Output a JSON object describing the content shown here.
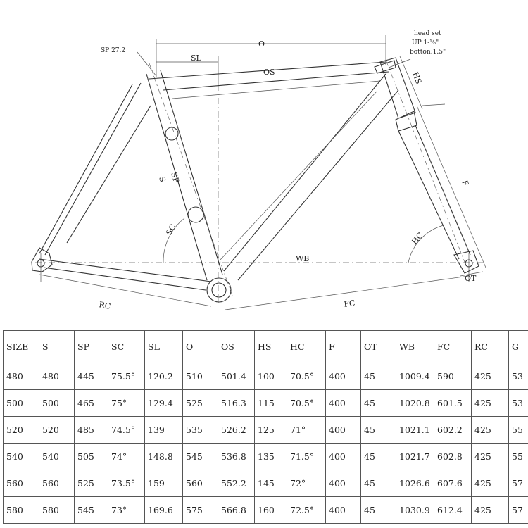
{
  "labels": {
    "sp_dim": "SP 27.2",
    "head_set_title": "head set",
    "head_set_up": "UP 1-⅛\"",
    "head_set_bottom": "botton:1.5\"",
    "o": "O",
    "sl": "SL",
    "os": "OS",
    "hs": "HS",
    "s": "S",
    "sp": "SP",
    "sc": "SC",
    "f": "F",
    "hc": "HC",
    "wb": "WB",
    "ot": "OT",
    "rc": "RC",
    "fc": "FC"
  },
  "table": {
    "headers": [
      "SIZE",
      "S",
      "SP",
      "SC",
      "SL",
      "O",
      "OS",
      "HS",
      "HC",
      "F",
      "OT",
      "WB",
      "FC",
      "RC",
      "G"
    ],
    "rows": [
      [
        "480",
        "480",
        "445",
        "75.5°",
        "120.2",
        "510",
        "501.4",
        "100",
        "70.5°",
        "400",
        "45",
        "1009.4",
        "590",
        "425",
        "53"
      ],
      [
        "500",
        "500",
        "465",
        "75°",
        "129.4",
        "525",
        "516.3",
        "115",
        "70.5°",
        "400",
        "45",
        "1020.8",
        "601.5",
        "425",
        "53"
      ],
      [
        "520",
        "520",
        "485",
        "74.5°",
        "139",
        "535",
        "526.2",
        "125",
        "71°",
        "400",
        "45",
        "1021.1",
        "602.2",
        "425",
        "55"
      ],
      [
        "540",
        "540",
        "505",
        "74°",
        "148.8",
        "545",
        "536.8",
        "135",
        "71.5°",
        "400",
        "45",
        "1021.7",
        "602.8",
        "425",
        "55"
      ],
      [
        "560",
        "560",
        "525",
        "73.5°",
        "159",
        "560",
        "552.2",
        "145",
        "72°",
        "400",
        "45",
        "1026.6",
        "607.6",
        "425",
        "57"
      ],
      [
        "580",
        "580",
        "545",
        "73°",
        "169.6",
        "575",
        "566.8",
        "160",
        "72.5°",
        "400",
        "45",
        "1030.9",
        "612.4",
        "425",
        "57"
      ]
    ]
  }
}
